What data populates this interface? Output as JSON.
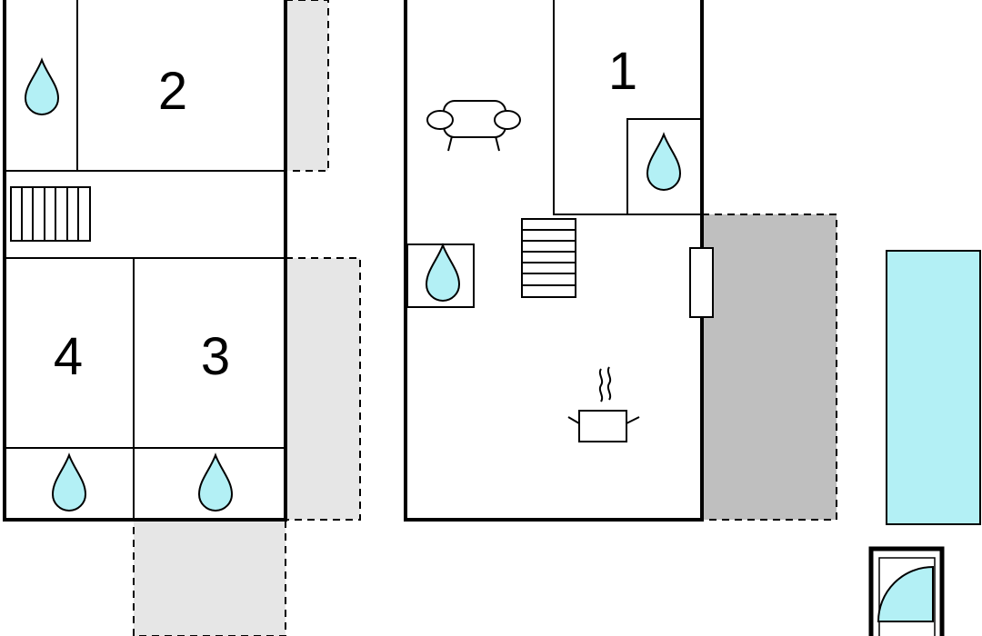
{
  "rooms": {
    "r1": "1",
    "r2": "2",
    "r3": "3",
    "r4": "4"
  },
  "icons": [
    "water-drop-icon",
    "staircase-icon",
    "sofa-icon",
    "cooking-pot-icon",
    "shower-icon",
    "pool"
  ],
  "colors": {
    "water": "#b3f0f5",
    "terrace_light": "#e6e6e6",
    "terrace_dark": "#bfbfbf",
    "wall": "#000000"
  }
}
